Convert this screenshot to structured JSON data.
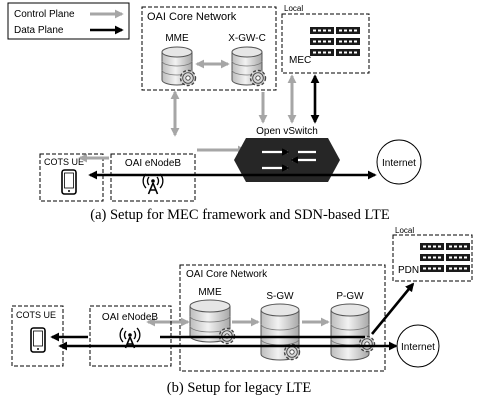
{
  "top": {
    "legend": {
      "control_plane": "Control Plane",
      "data_plane": "Data Plane"
    },
    "core_network": "OAI Core Network",
    "mme": "MME",
    "xgw": "X-GW-C",
    "local": "Local",
    "mec": "MEC",
    "ovs": "Open vSwitch",
    "ue": "COTS UE",
    "enodeb": "OAI eNodeB",
    "internet": "Internet",
    "caption": "(a) Setup for MEC framework and SDN-based LTE"
  },
  "bottom": {
    "local": "Local",
    "pdn": "PDN",
    "core_network": "OAI Core Network",
    "mme": "MME",
    "sgw": "S-GW",
    "pgw": "P-GW",
    "ue": "COTS UE",
    "enodeb": "OAI eNodeB",
    "internet": "Internet",
    "caption": "(b) Setup for legacy LTE"
  },
  "colors": {
    "control_plane": "#a6a6a6",
    "data_plane": "#000000",
    "switch": "#262626"
  }
}
